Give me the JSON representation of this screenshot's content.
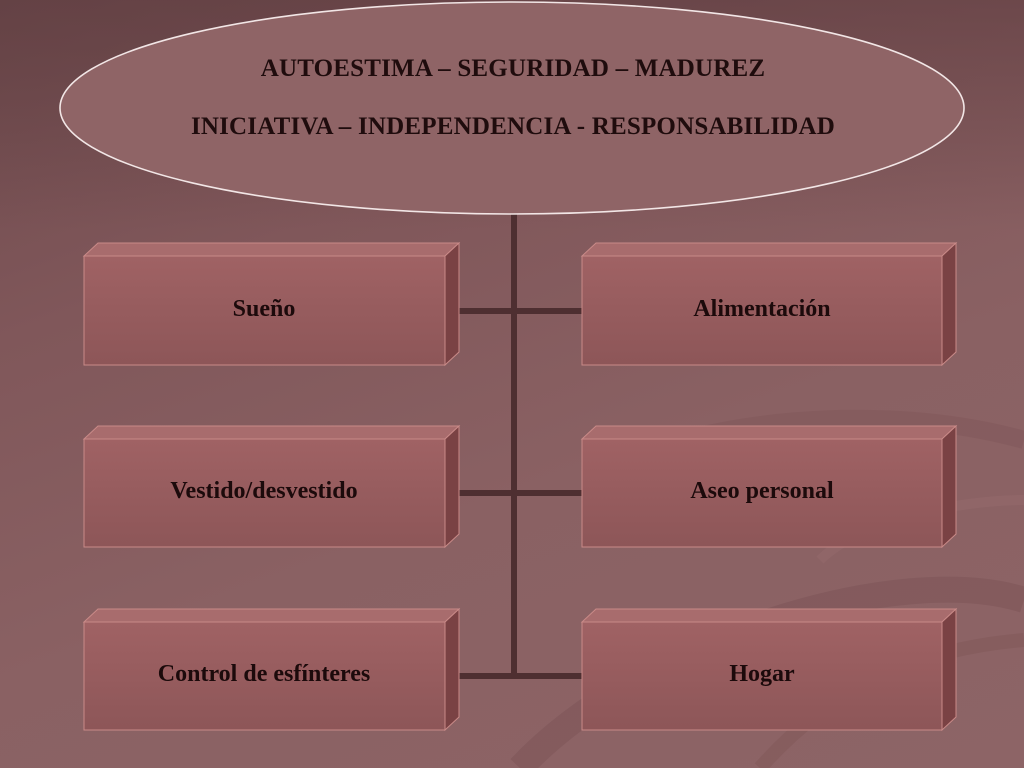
{
  "ellipse": {
    "line1": "AUTOESTIMA – SEGURIDAD – MADUREZ",
    "line2": "INICIATIVA – INDEPENDENCIA - RESPONSABILIDAD"
  },
  "boxes": {
    "left_top": "Sueño",
    "right_top": "Alimentación",
    "left_middle": "Vestido/desvestido",
    "right_middle": "Aseo personal",
    "left_bottom": "Control de esfínteres",
    "right_bottom": "Hogar"
  },
  "colors": {
    "background": "#8a6163",
    "box_front": "#9a5e60",
    "box_side": "#7c4446",
    "box_top": "#a56a6b",
    "box_border": "#c98a88",
    "connector": "#4e2f31",
    "ellipse_fill": "#8f6466",
    "ellipse_border": "#f2e6e6",
    "text": "#1f0c0d"
  }
}
